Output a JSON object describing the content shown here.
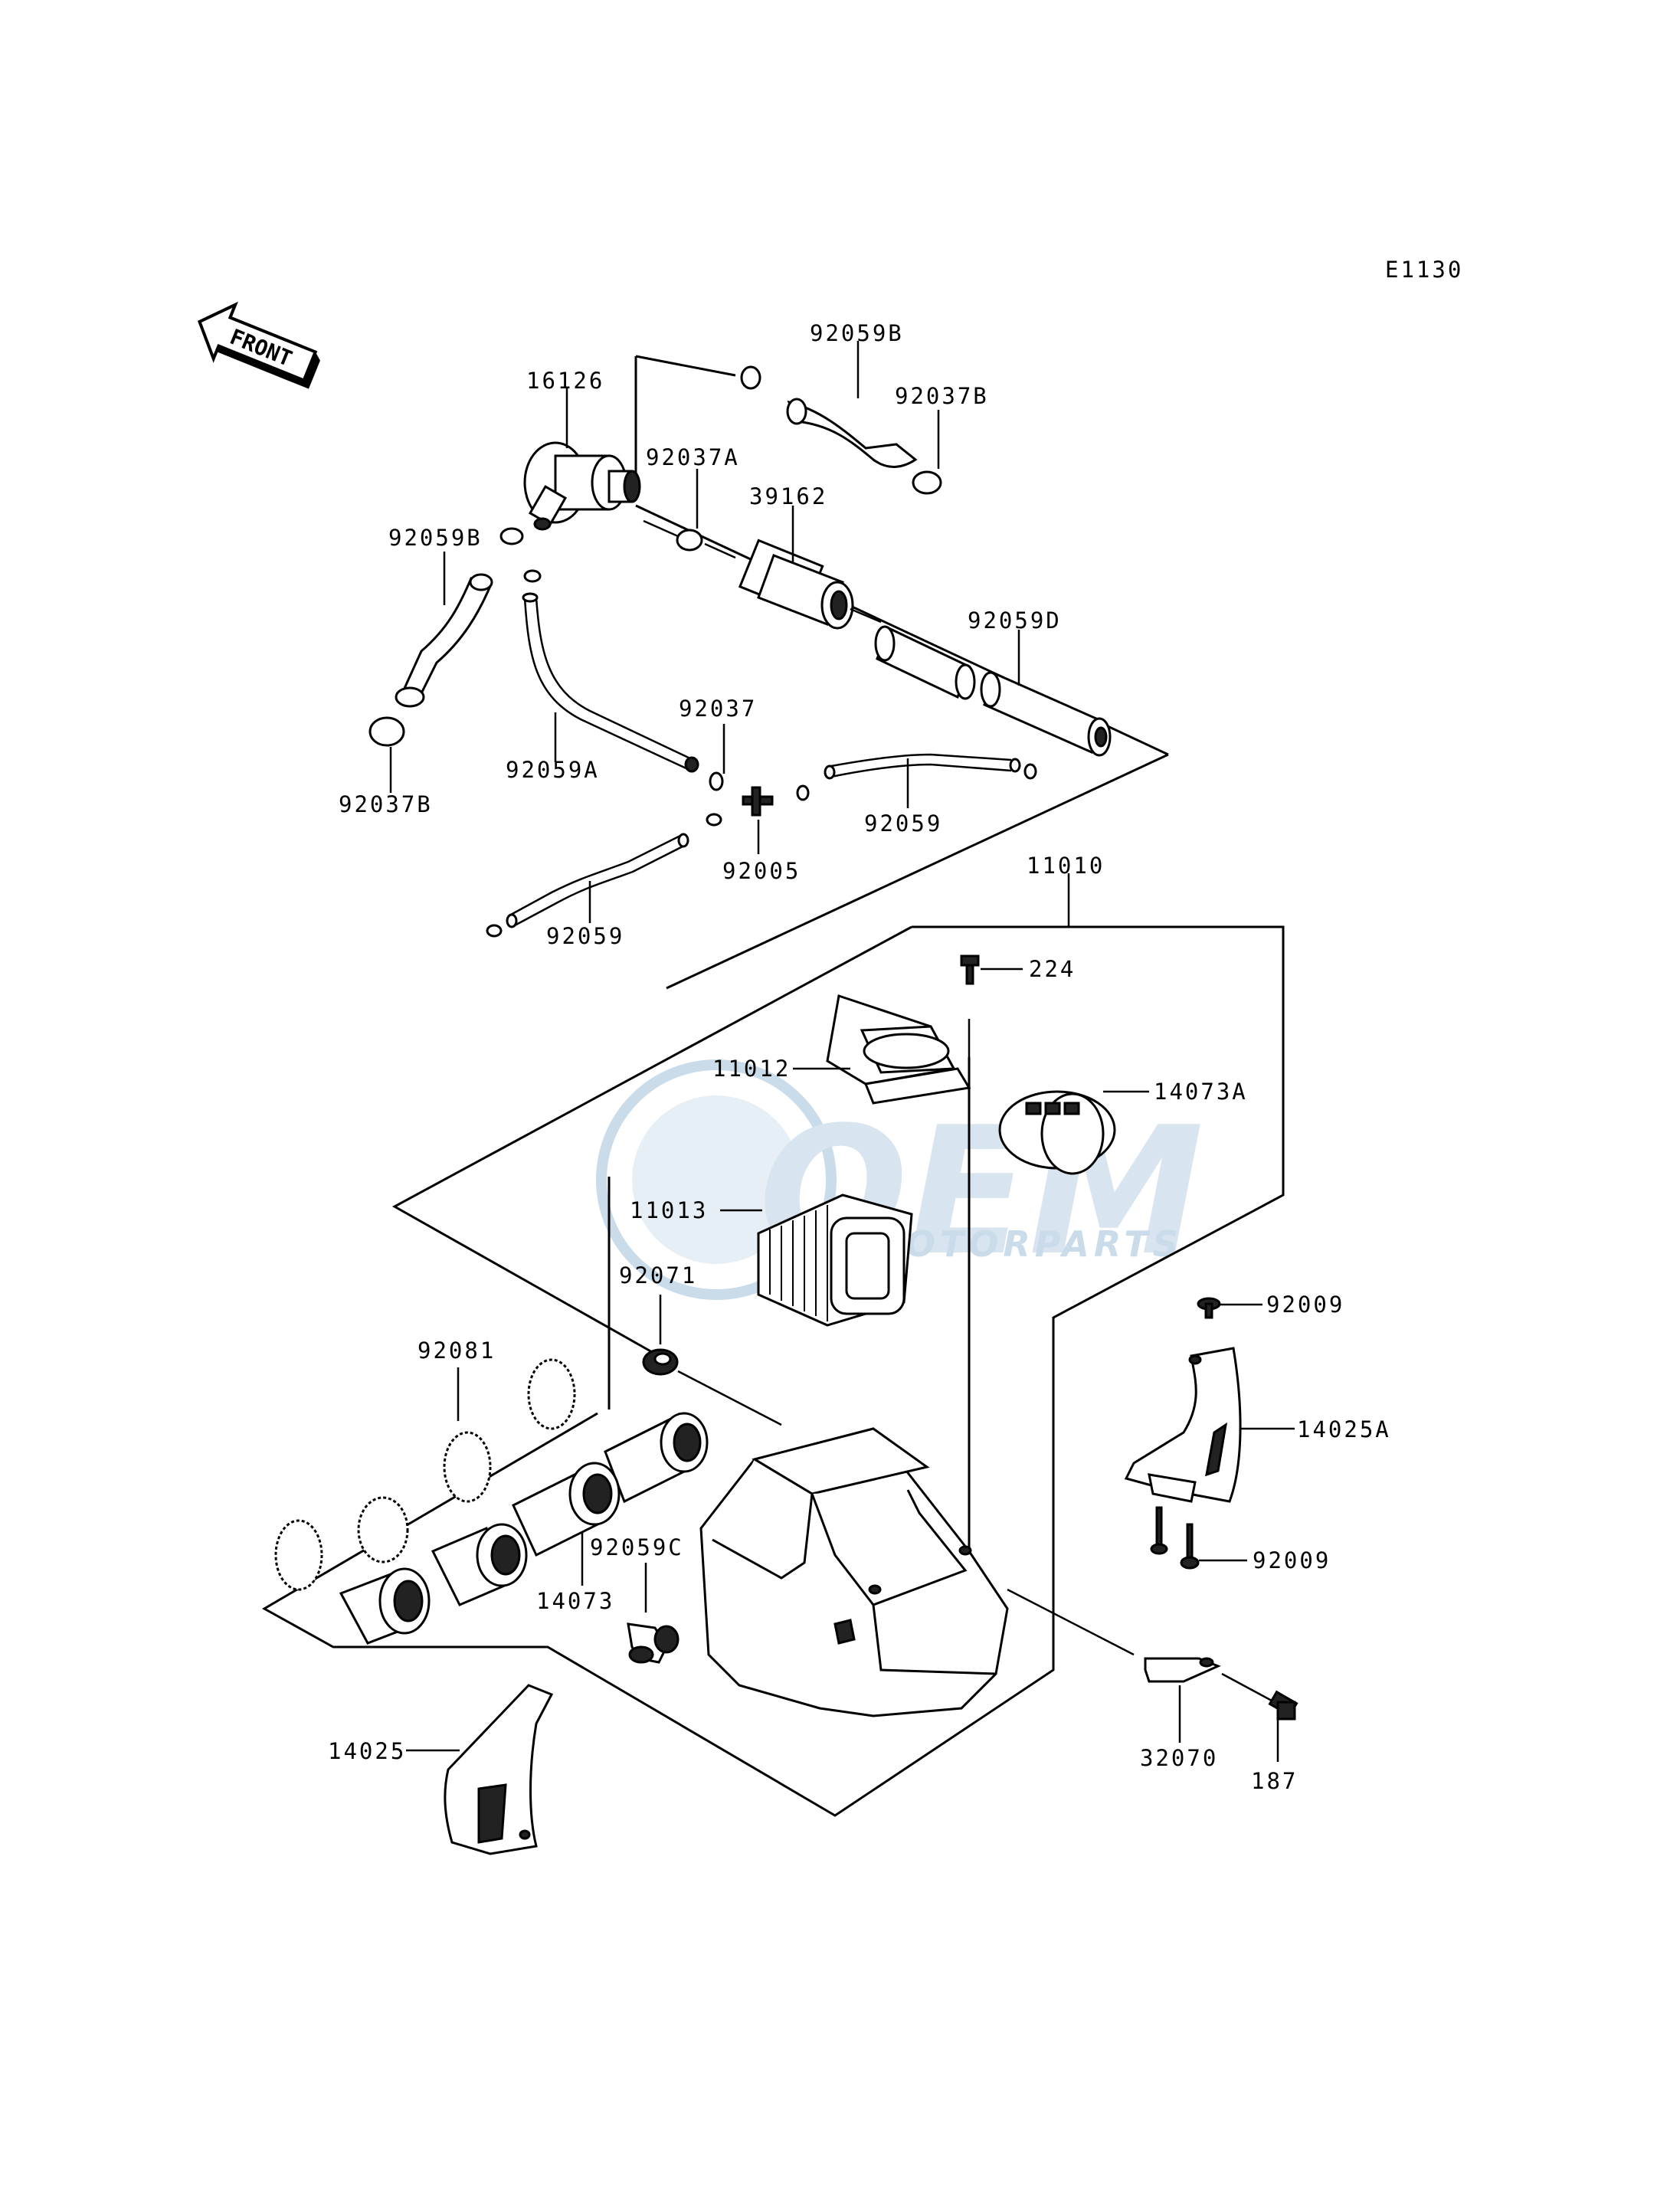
{
  "diagram_code": "E1130",
  "front_arrow_label": "FRONT",
  "watermark": {
    "brand": "OEM",
    "sub": "MOTORPARTS",
    "color": "#9fbfd9"
  },
  "labels": {
    "p16126": "16126",
    "p92059B_top": "92059B",
    "p92037B_top": "92037B",
    "p92037A": "92037A",
    "p39162": "39162",
    "p92059B_left": "92059B",
    "p92059D": "92059D",
    "p92037": "92037",
    "p92059A": "92059A",
    "p92037B_left": "92037B",
    "p92005": "92005",
    "p92059_right": "92059",
    "p92059_left": "92059",
    "p11010": "11010",
    "p224": "224",
    "p11012": "11012",
    "p14073A": "14073A",
    "p11013": "11013",
    "p92071": "92071",
    "p92009_top": "92009",
    "p92081": "92081",
    "p14025A": "14025A",
    "p92009_bot": "92009",
    "p92059C": "92059C",
    "p14073": "14073",
    "p14025": "14025",
    "p32070": "32070",
    "p187": "187"
  }
}
